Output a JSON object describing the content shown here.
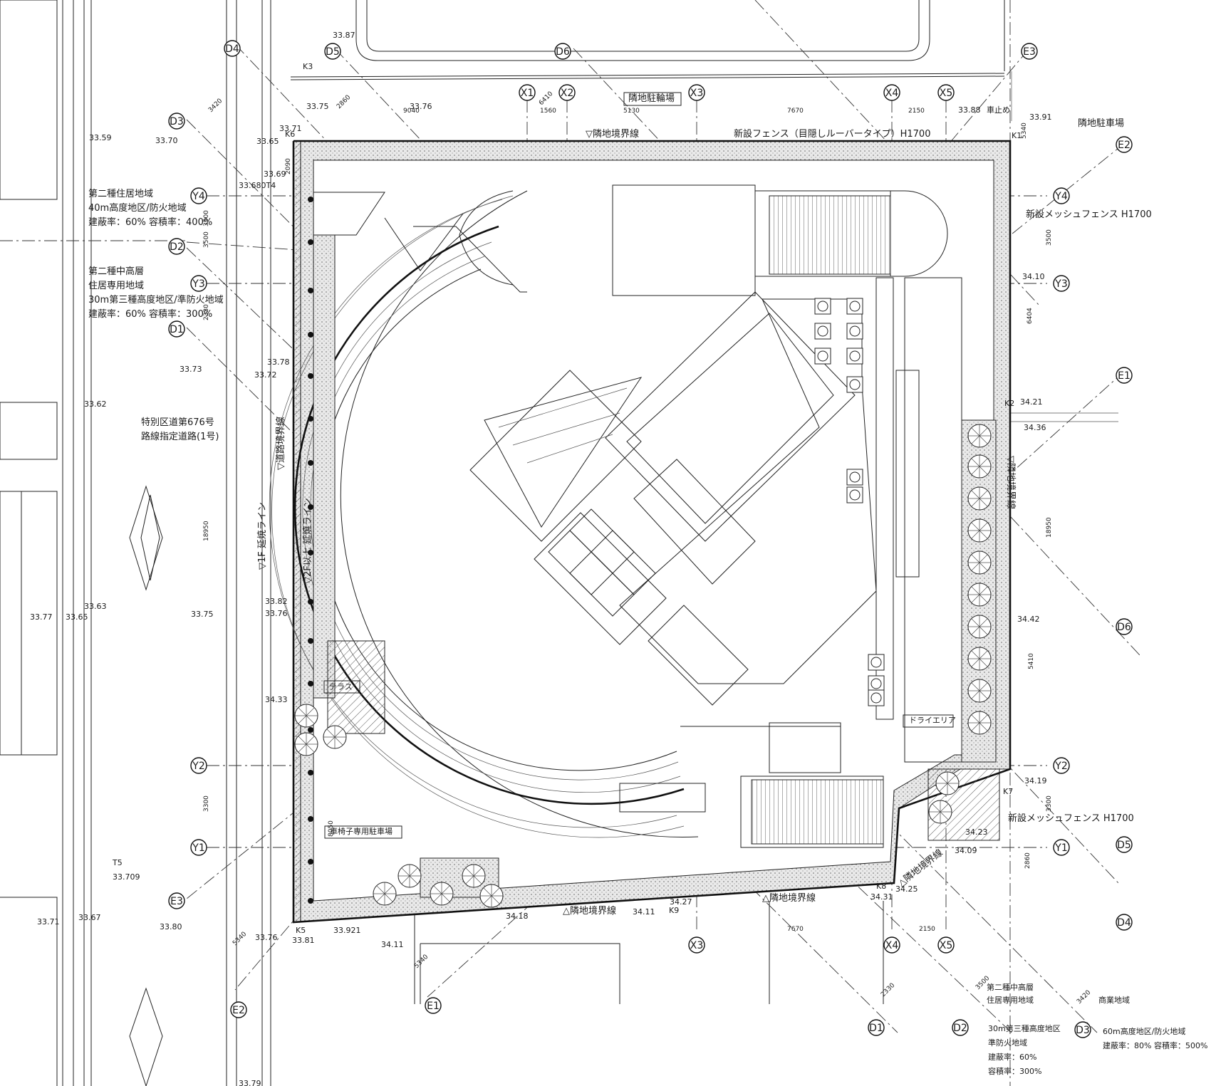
{
  "grid": {
    "x_top": [
      "X1",
      "X2",
      "X3",
      "X4",
      "X5"
    ],
    "x_bottom": [
      "X3",
      "X4",
      "X5"
    ],
    "y_left": [
      "Y4",
      "Y3",
      "Y2",
      "Y1"
    ],
    "y_right": [
      "Y4",
      "Y3",
      "Y2",
      "Y1"
    ],
    "d_labels": [
      "D1",
      "D2",
      "D3",
      "D4",
      "D5",
      "D6"
    ],
    "e_labels": [
      "E1",
      "E2",
      "E3"
    ]
  },
  "labels": {
    "neighbor_bike": "隣地駐輪場",
    "neighbor_parking": "隣地駐車場",
    "wheel_stop": "車止め",
    "boundary_top": "▽隣地境界線",
    "fence_top": "新設フェンス（目隠しルーバータイプ）H1700",
    "mesh_fence_right_top": "新設メッシュフェンス H1700",
    "mesh_fence_right_bottom": "新設メッシュフェンス H1700",
    "boundary_right": "▽隣地境界線",
    "boundary_bottom_right": "△隣地境界線",
    "boundary_bottom_mid": "△隣地境界線",
    "boundary_bottom": "△隣地境界線",
    "road_boundary": "▽道路境界線",
    "line_1f": "▽1F 延焼ライン",
    "line_2f": "▽2F以上 延焼ライン",
    "terrace": "テラス",
    "wheelchair_parking": "車椅子専用駐車場",
    "dry_area": "ドライエリア",
    "road_name_1": "特別区道第676号",
    "road_name_2": "路線指定道路(1号)"
  },
  "zoning": {
    "left_upper": [
      "第二種住居地域",
      "40m高度地区/防火地域",
      "建蔽率：60%  容積率：400%"
    ],
    "left_lower": [
      "第二種中高層",
      "住居専用地域",
      "30m第三種高度地区/準防火地域",
      "建蔽率：60%  容積率：300%"
    ],
    "bottom_left_a": [
      "第二種中高層",
      "住居専用地域"
    ],
    "bottom_right_a": [
      "商業地域"
    ],
    "bottom_left_b": [
      "30m第三種高度地区",
      "準防火地域",
      "建蔽率：60%",
      "容積率：300%"
    ],
    "bottom_right_b": [
      "60m高度地区/防火地域",
      "建蔽率：80%  容積率：500%"
    ]
  },
  "points": {
    "K1": "K1",
    "K2": "K2",
    "K3": "K3",
    "K5": "K5",
    "K6": "K6",
    "K7": "K7",
    "K8": "K8",
    "K9": "K9",
    "T4": "33.680T4",
    "T5": "T5"
  },
  "elevations": [
    "33.87",
    "33.75",
    "33.76",
    "33.88",
    "33.91",
    "33.59",
    "33.70",
    "33.65",
    "33.71",
    "33.69",
    "34.10",
    "33.73",
    "33.78",
    "33.72",
    "34.21",
    "34.36",
    "33.62",
    "33.82",
    "33.76",
    "34.42",
    "33.63",
    "33.65",
    "33.77",
    "33.75",
    "34.33",
    "34.19",
    "34.23",
    "34.09",
    "33.709",
    "34.31",
    "34.25",
    "34.27",
    "34.18",
    "34.11",
    "33.71",
    "33.67",
    "33.80",
    "33.76",
    "33.81",
    "33.921",
    "34.11",
    "33.79"
  ],
  "dimensions": {
    "top": [
      "9040",
      "1560",
      "5130",
      "7670",
      "2150"
    ],
    "left": [
      "2090",
      "3500",
      "3500",
      "2330",
      "18950",
      "3300",
      "8050"
    ],
    "right": [
      "3500",
      "18950",
      "3300",
      "5340",
      "6404",
      "5410",
      "2860"
    ],
    "bottom": [
      "7670",
      "2150"
    ],
    "diag": [
      "3420",
      "2860",
      "6410",
      "5340",
      "3420",
      "5340",
      "2330",
      "3500"
    ]
  }
}
